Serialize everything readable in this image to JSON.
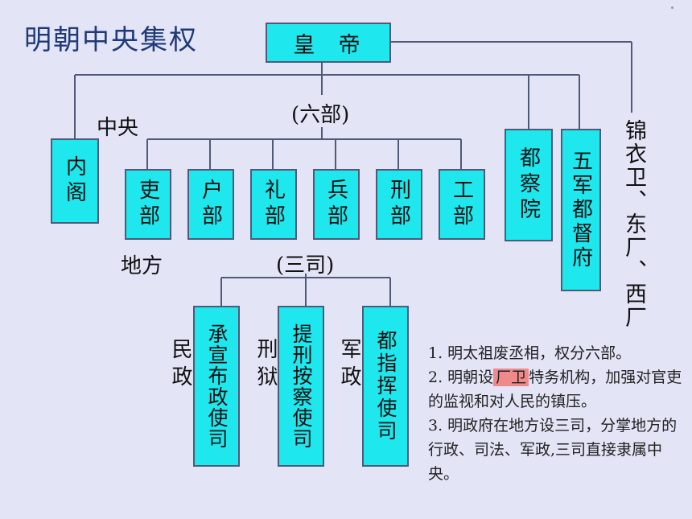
{
  "title": "明朝中央集权",
  "emperor": "皇  帝",
  "labels": {
    "central": "中央",
    "six_ministries": "(六部)",
    "local": "地方",
    "three_offices": "(三司)",
    "civil": "民政",
    "justice": "刑狱",
    "military": "军政",
    "secret_police": "锦衣卫、东厂、西厂"
  },
  "cabinet": "内阁",
  "ministries": [
    "吏部",
    "户部",
    "礼部",
    "兵部",
    "刑部",
    "工部"
  ],
  "censorate": "都察院",
  "five_armies": "五军都督府",
  "local_offices": [
    "承宣布政使司",
    "提刑按察使司",
    "都指挥使司"
  ],
  "notes": {
    "line1": "1. 明太祖废丞相，权分六部。",
    "line2_before": "2. 明朝设",
    "line2_highlight": "厂卫",
    "line2_after": "特务机构，加强对官吏的监视和对人民的镇压。",
    "line3": "3. 明政府在地方设三司，分掌地方的行政、司法、军政,三司直接隶属中央。"
  },
  "colors": {
    "box_fill": "#1ee8ee",
    "line": "#4f5a78",
    "title": "#1f3a78",
    "highlight": "#f08a8a"
  }
}
